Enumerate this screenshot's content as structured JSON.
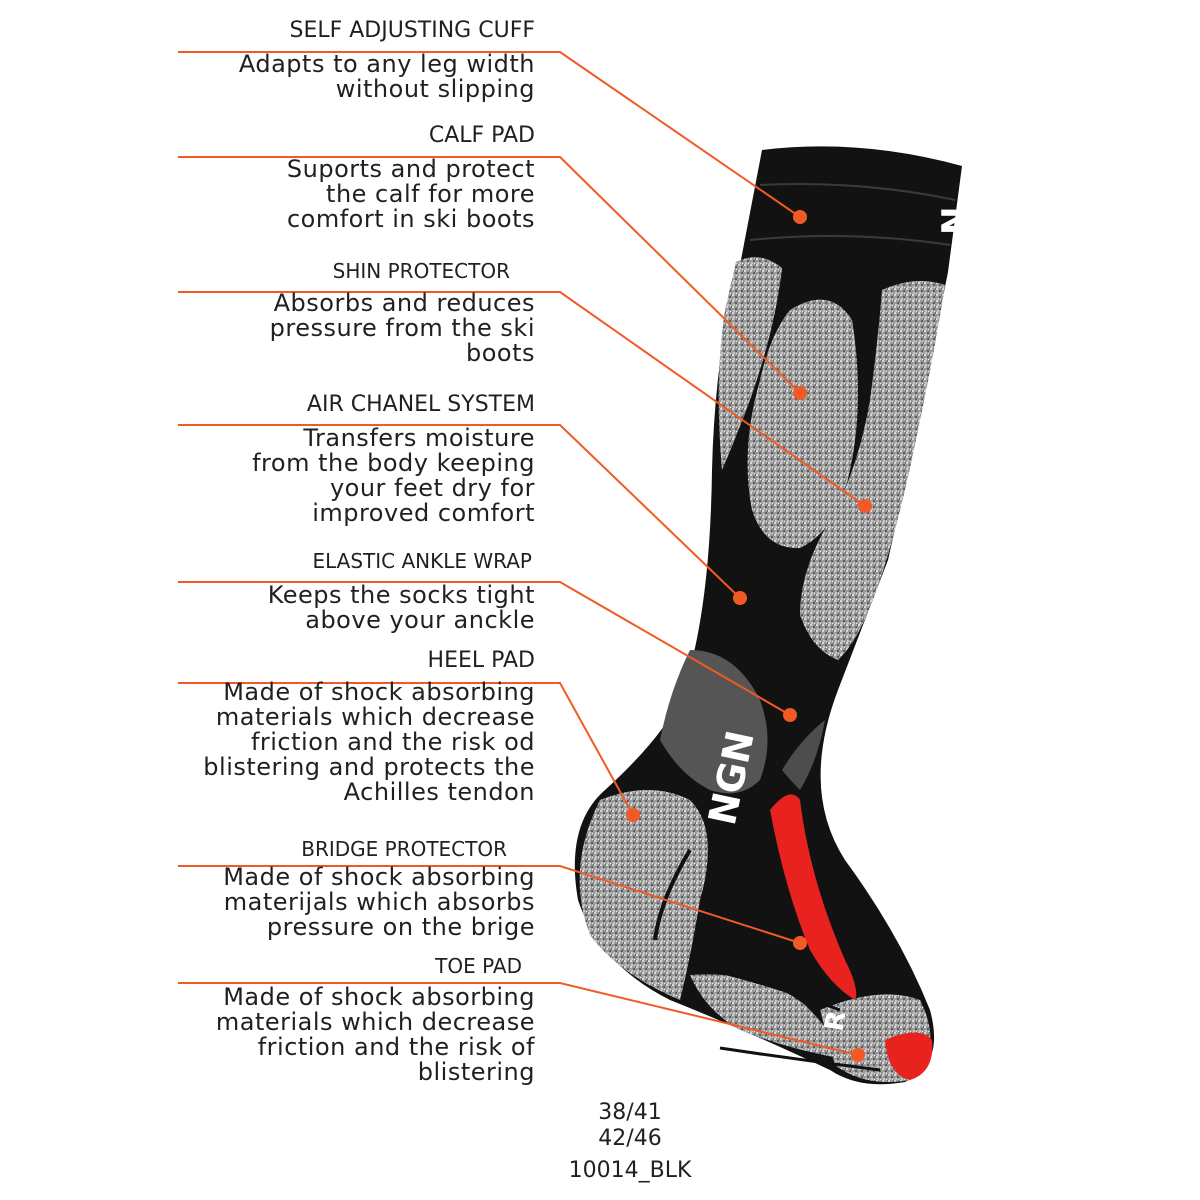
{
  "features": [
    {
      "title": "SELF ADJUSTING CUFF",
      "lines": [
        "Adapts to any leg width",
        "without slipping"
      ]
    },
    {
      "title": "CALF PAD",
      "lines": [
        "Suports and protect",
        "the calf for more",
        "comfort in ski boots"
      ]
    },
    {
      "title": "SHIN PROTECTOR",
      "lines": [
        "Absorbs and reduces",
        "pressure from the ski",
        "boots"
      ]
    },
    {
      "title": "AIR CHANEL SYSTEM",
      "lines": [
        "Transfers moisture",
        "from the body keeping",
        "your feet dry for",
        "improved comfort"
      ]
    },
    {
      "title": "ELASTIC ANKLE WRAP",
      "lines": [
        "Keeps the socks tight",
        "above your anckle"
      ]
    },
    {
      "title": "HEEL PAD",
      "lines": [
        "Made of shock absorbing",
        "materials which decrease",
        "friction and the risk od",
        "blistering and protects the",
        "Achilles tendon"
      ]
    },
    {
      "title": "BRIDGE PROTECTOR",
      "lines": [
        "Made of shock absorbing",
        "materijals which absorbs",
        "pressure on the brige"
      ]
    },
    {
      "title": "TOE PAD",
      "lines": [
        "Made of shock absorbing",
        "materials which decrease",
        "friction and the risk of",
        "blistering"
      ]
    }
  ],
  "sizes": [
    "38/41",
    "42/46"
  ],
  "product_code": "10014_BLK",
  "sock": {
    "brand_mark": "NGN",
    "cuff_mark": "N",
    "foot_mark": "R"
  },
  "colors": {
    "leader": "#f15a24",
    "text": "#231f20",
    "sock_black": "#121212",
    "sock_grey": "#8c8c8c",
    "sock_red": "#e8231f"
  }
}
